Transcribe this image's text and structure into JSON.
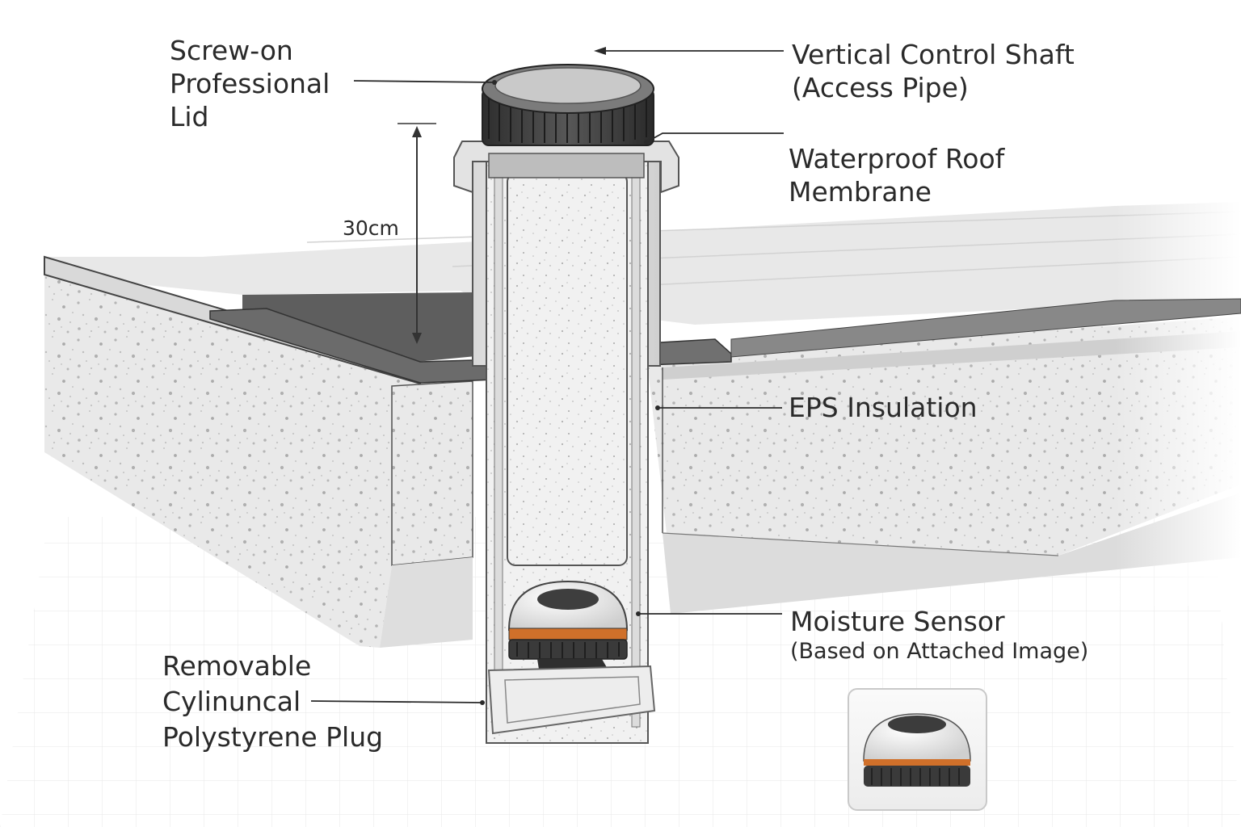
{
  "labels": {
    "lid": [
      "Screw-on",
      "Professional",
      "Lid"
    ],
    "shaft": [
      "Vertical Control Shaft",
      "(Access Pipe)"
    ],
    "membrane": [
      "Waterproof Roof",
      "Membrane"
    ],
    "insulation": [
      "EPS Insulation"
    ],
    "sensor": [
      "Moisture Sensor",
      "(Based on Attached Image)"
    ],
    "plug": [
      "Removable",
      "Cylinuncal",
      "Polystyrene Plug"
    ]
  },
  "dimension": {
    "label": "30cm"
  },
  "colors": {
    "line": "#2a2a2a",
    "eps": "#e7e7e7",
    "membrane": "#555555",
    "lid": "#3a3a3a",
    "sensor_band": "#d0702a"
  }
}
